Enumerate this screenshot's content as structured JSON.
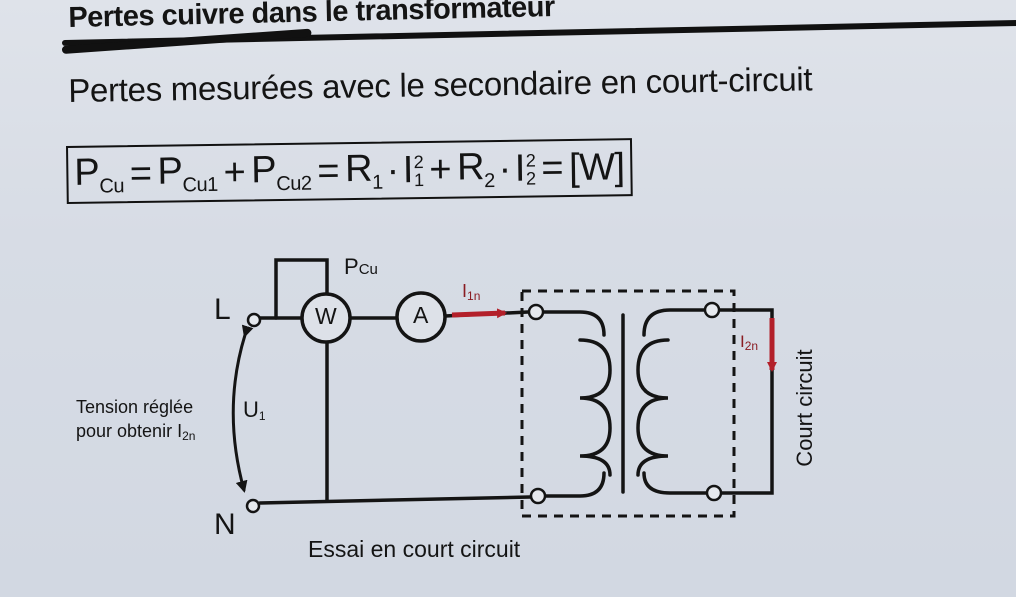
{
  "header": {
    "title": "Pertes cuivre dans le transformateur",
    "subtitle": "Pertes mesurées avec le secondaire en court-circuit"
  },
  "formula": {
    "lhs": "P",
    "lhs_sub": "Cu",
    "eq1": "=",
    "t1": "P",
    "t1_sub": "Cu1",
    "plus1": "+",
    "t2": "P",
    "t2_sub": "Cu2",
    "eq2": "=",
    "r1": "R",
    "r1_sub": "1",
    "i1": "I",
    "i1_sub": "1",
    "i1_sup": "2",
    "plus2": "+",
    "r2": "R",
    "r2_sub": "2",
    "i2": "I",
    "i2_sub": "2",
    "i2_sup": "2",
    "eq3": "=",
    "unit": "[W]",
    "full_text": "P_Cu = P_Cu1 + P_Cu2 = R1 · I1² + R2 · I2² = [W]"
  },
  "diagram": {
    "terminal_L": "L",
    "terminal_N": "N",
    "wattmeter": "W",
    "ammeter": "A",
    "pcu_label": "P",
    "pcu_sub": "Cu",
    "i1n_label": "I",
    "i1n_sub": "1n",
    "i2n_label": "I",
    "i2n_sub": "2n",
    "u1_label": "U",
    "u1_sub": "1",
    "tension_line1": "Tension réglée",
    "tension_line2": "pour obtenir I",
    "tension_sub": "2n",
    "short_circuit_label": "Court circuit",
    "caption": "Essai en court circuit",
    "colors": {
      "line": "#141414",
      "current_arrow": "#b3202a",
      "background": "#d9dee7"
    }
  }
}
